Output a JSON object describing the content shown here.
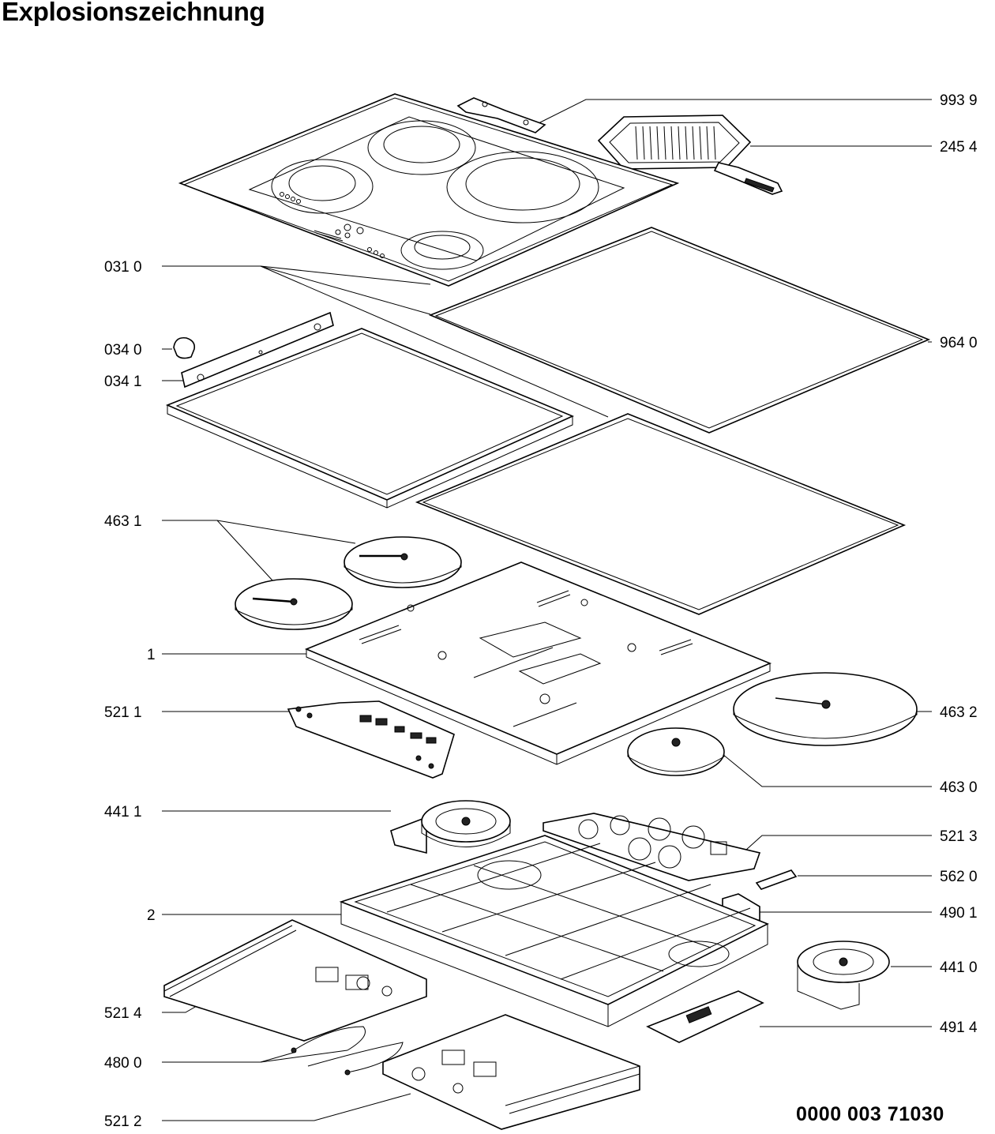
{
  "title": "Explosionszeichnung",
  "document_number": "0000 003 71030",
  "labels": {
    "p9939": "993 9",
    "p2454": "245 4",
    "p0310": "031 0",
    "p9640": "964 0",
    "p0340": "034 0",
    "p0341": "034 1",
    "p4631": "463 1",
    "p1": "1",
    "p5211": "521 1",
    "p4632": "463 2",
    "p4630": "463 0",
    "p4411": "441 1",
    "p5213": "521 3",
    "p5620": "562 0",
    "p4901": "490 1",
    "p2": "2",
    "p4410": "441 0",
    "p5214": "521 4",
    "p4914": "491 4",
    "p4800": "480 0",
    "p5212": "521 2"
  }
}
